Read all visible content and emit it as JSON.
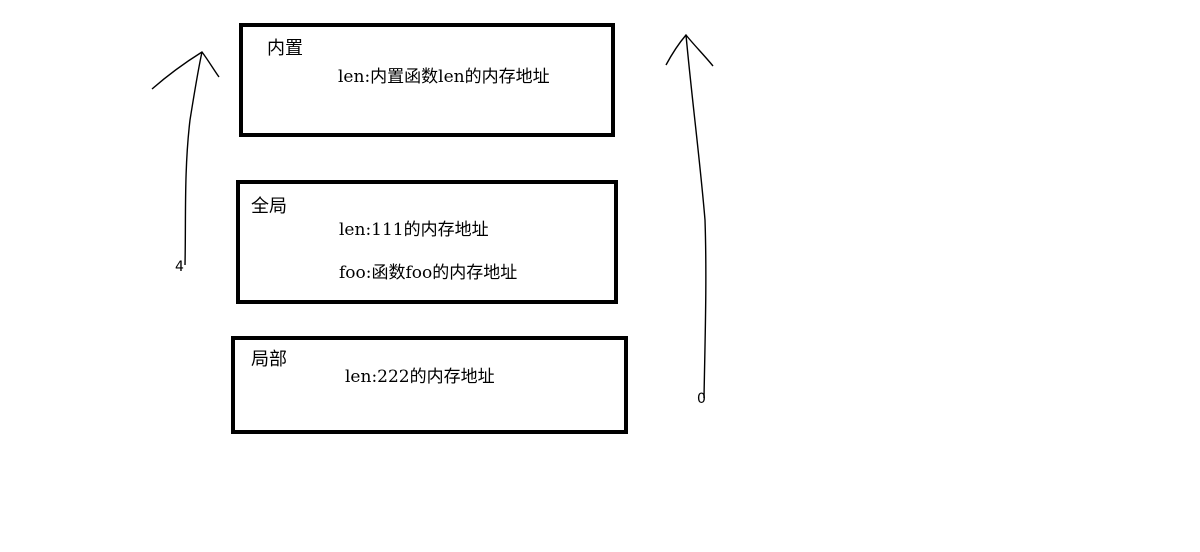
{
  "scopes": {
    "builtin": {
      "label": "内置",
      "entries": [
        "len:内置函数len的内存地址"
      ]
    },
    "global": {
      "label": "全局",
      "entries": [
        "len:111的内存地址",
        "foo:函数foo的内存地址"
      ]
    },
    "local": {
      "label": "局部",
      "entries": [
        "len:222的内存地址"
      ]
    }
  },
  "marks": {
    "left_end": "4",
    "right_end": "0"
  }
}
